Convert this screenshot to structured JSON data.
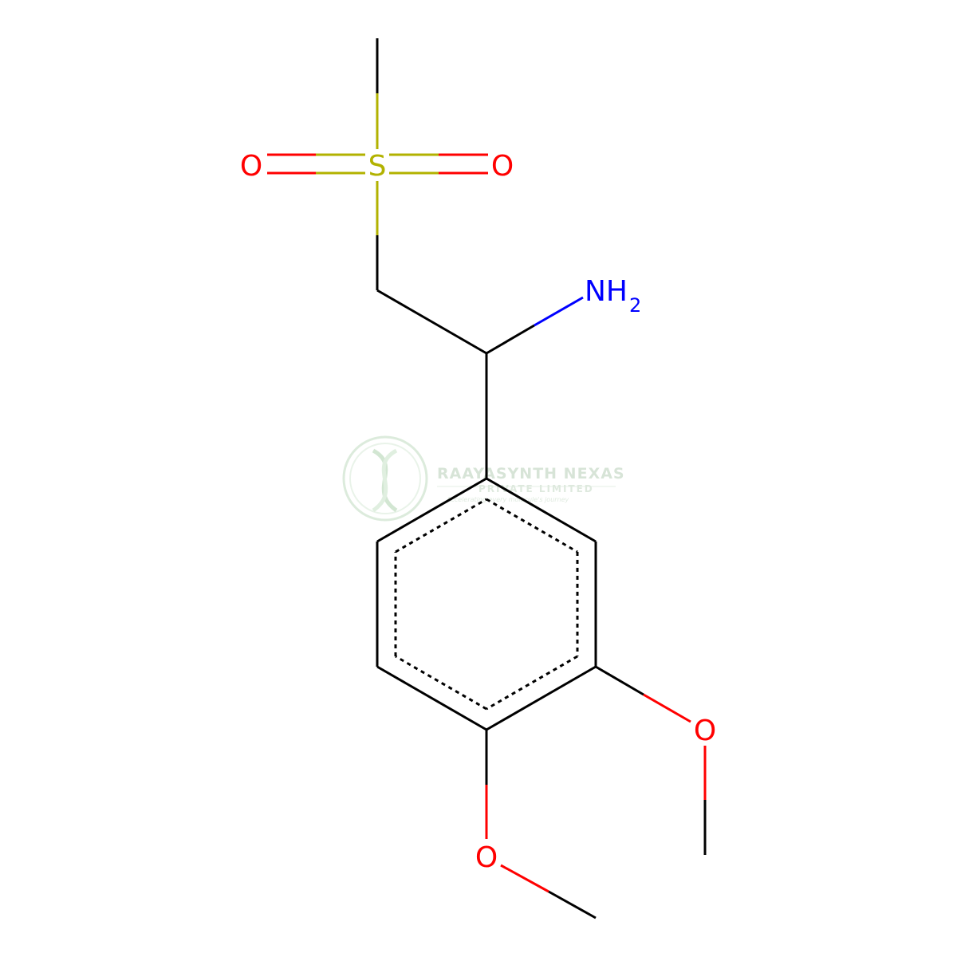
{
  "molecule": {
    "atoms": {
      "methyl_top": "",
      "sulfur": "S",
      "oxygen_left": "O",
      "oxygen_right": "O",
      "amine": "NH",
      "amine_subscript": "2",
      "oxygen_meta": "O",
      "oxygen_para": "O"
    }
  },
  "watermark": {
    "title": "RAAYASYNTH NEXAS",
    "subtitle": "PRIVATE LIMITED",
    "tagline": "Accelerating every molecule's journey"
  },
  "colors": {
    "bond": "#000000",
    "sulfur": "#b2b200",
    "oxygen": "#ff0000",
    "nitrogen": "#0000ff",
    "watermark": "#8fbf8f"
  }
}
